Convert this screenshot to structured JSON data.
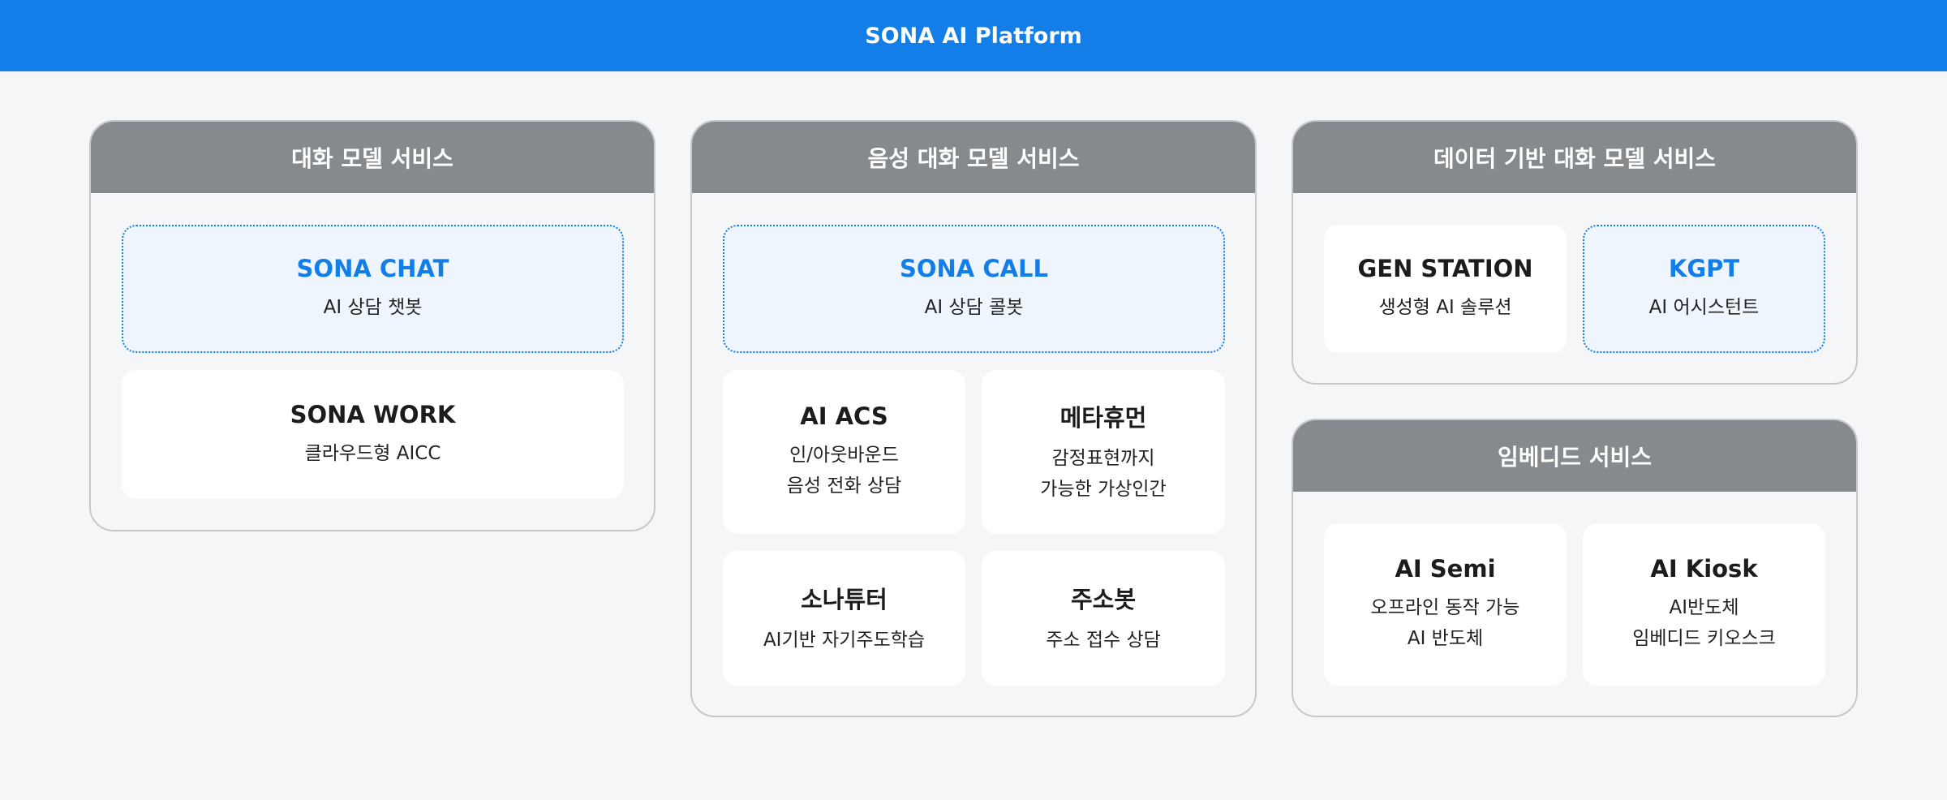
{
  "header": {
    "title": "SONA AI Platform"
  },
  "colors": {
    "brand": "#137ee8",
    "panel_header": "#858a8e",
    "highlight_bg": "#eef5fc"
  },
  "panels": [
    {
      "title": "대화 모델 서비스",
      "cards": [
        {
          "title": "SONA CHAT",
          "lines": [
            "AI 상담 챗봇"
          ]
        },
        {
          "title": "SONA WORK",
          "lines": [
            "클라우드형 AICC"
          ]
        }
      ]
    },
    {
      "title": "음성 대화 모델 서비스",
      "cards": [
        {
          "title": "SONA CALL",
          "lines": [
            "AI 상담 콜봇"
          ]
        },
        {
          "title": "AI ACS",
          "lines": [
            "인/아웃바운드",
            "음성 전화 상담"
          ]
        },
        {
          "title": "메타휴먼",
          "lines": [
            "감정표현까지",
            "가능한 가상인간"
          ]
        },
        {
          "title": "소나튜터",
          "lines": [
            "AI기반 자기주도학습"
          ]
        },
        {
          "title": "주소봇",
          "lines": [
            "주소 접수 상담"
          ]
        }
      ]
    },
    {
      "title": "데이터 기반 대화 모델 서비스",
      "cards": [
        {
          "title": "GEN STATION",
          "lines": [
            "생성형 AI 솔루션"
          ]
        },
        {
          "title": "KGPT",
          "lines": [
            "AI 어시스턴트"
          ]
        }
      ]
    },
    {
      "title": "임베디드 서비스",
      "cards": [
        {
          "title": "AI Semi",
          "lines": [
            "오프라인 동작 가능",
            "AI 반도체"
          ]
        },
        {
          "title": "AI Kiosk",
          "lines": [
            "AI반도체",
            "임베디드 키오스크"
          ]
        }
      ]
    }
  ]
}
